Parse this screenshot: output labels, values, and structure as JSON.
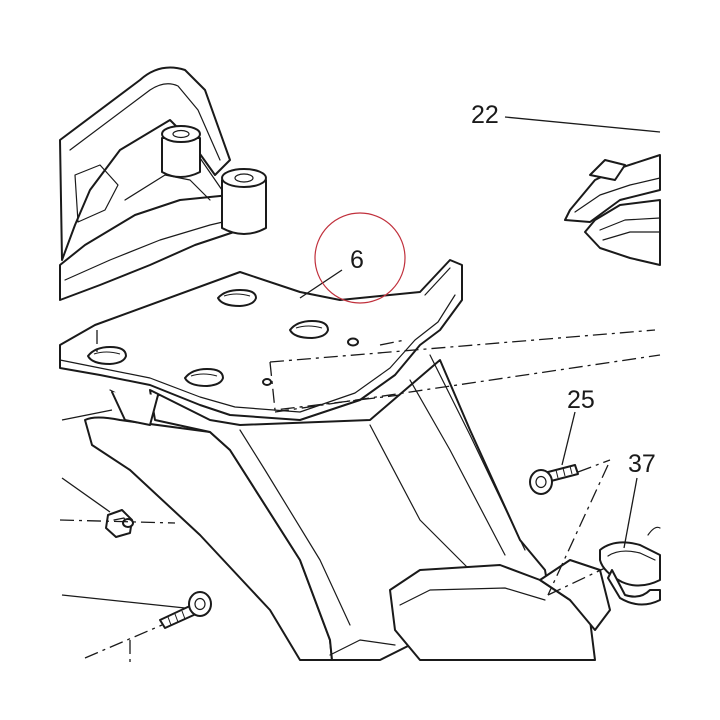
{
  "callouts": {
    "part_6": "6",
    "part_22": "22",
    "part_25": "25",
    "part_37": "37"
  },
  "colors": {
    "line": "#1a1a1a",
    "highlight_circle": "#c0303c",
    "background": "#ffffff"
  }
}
